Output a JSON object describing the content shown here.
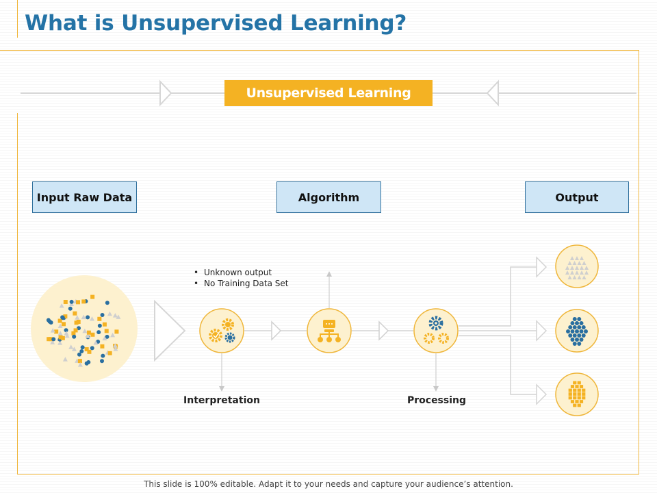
{
  "title": "What is Unsupervised Learning?",
  "banner": "Unsupervised Learning",
  "stages": {
    "input": "Input Raw Data",
    "algorithm": "Algorithm",
    "output": "Output"
  },
  "bullets": [
    "Unknown output",
    "No Training Data Set"
  ],
  "labels": {
    "interpretation": "Interpretation",
    "processing": "Processing"
  },
  "footer": "This slide is 100% editable. Adapt it to your needs and capture your audience’s attention.",
  "colors": {
    "title": "#2473a6",
    "accent": "#f4b223",
    "frame": "#f0b63a",
    "box_fill": "#cfe6f6",
    "box_border": "#2f6f9c",
    "dot_blue": "#2a6fa0",
    "circle_fill": "#fdf1cf",
    "connector": "#d4d4d4"
  },
  "icons": {
    "step1": "gears-check-icon",
    "step2": "hierarchy-chat-icon",
    "step3": "gears-icon",
    "output1": "gray-triangle-cluster-icon",
    "output2": "blue-dot-cluster-icon",
    "output3": "yellow-square-cluster-icon"
  }
}
